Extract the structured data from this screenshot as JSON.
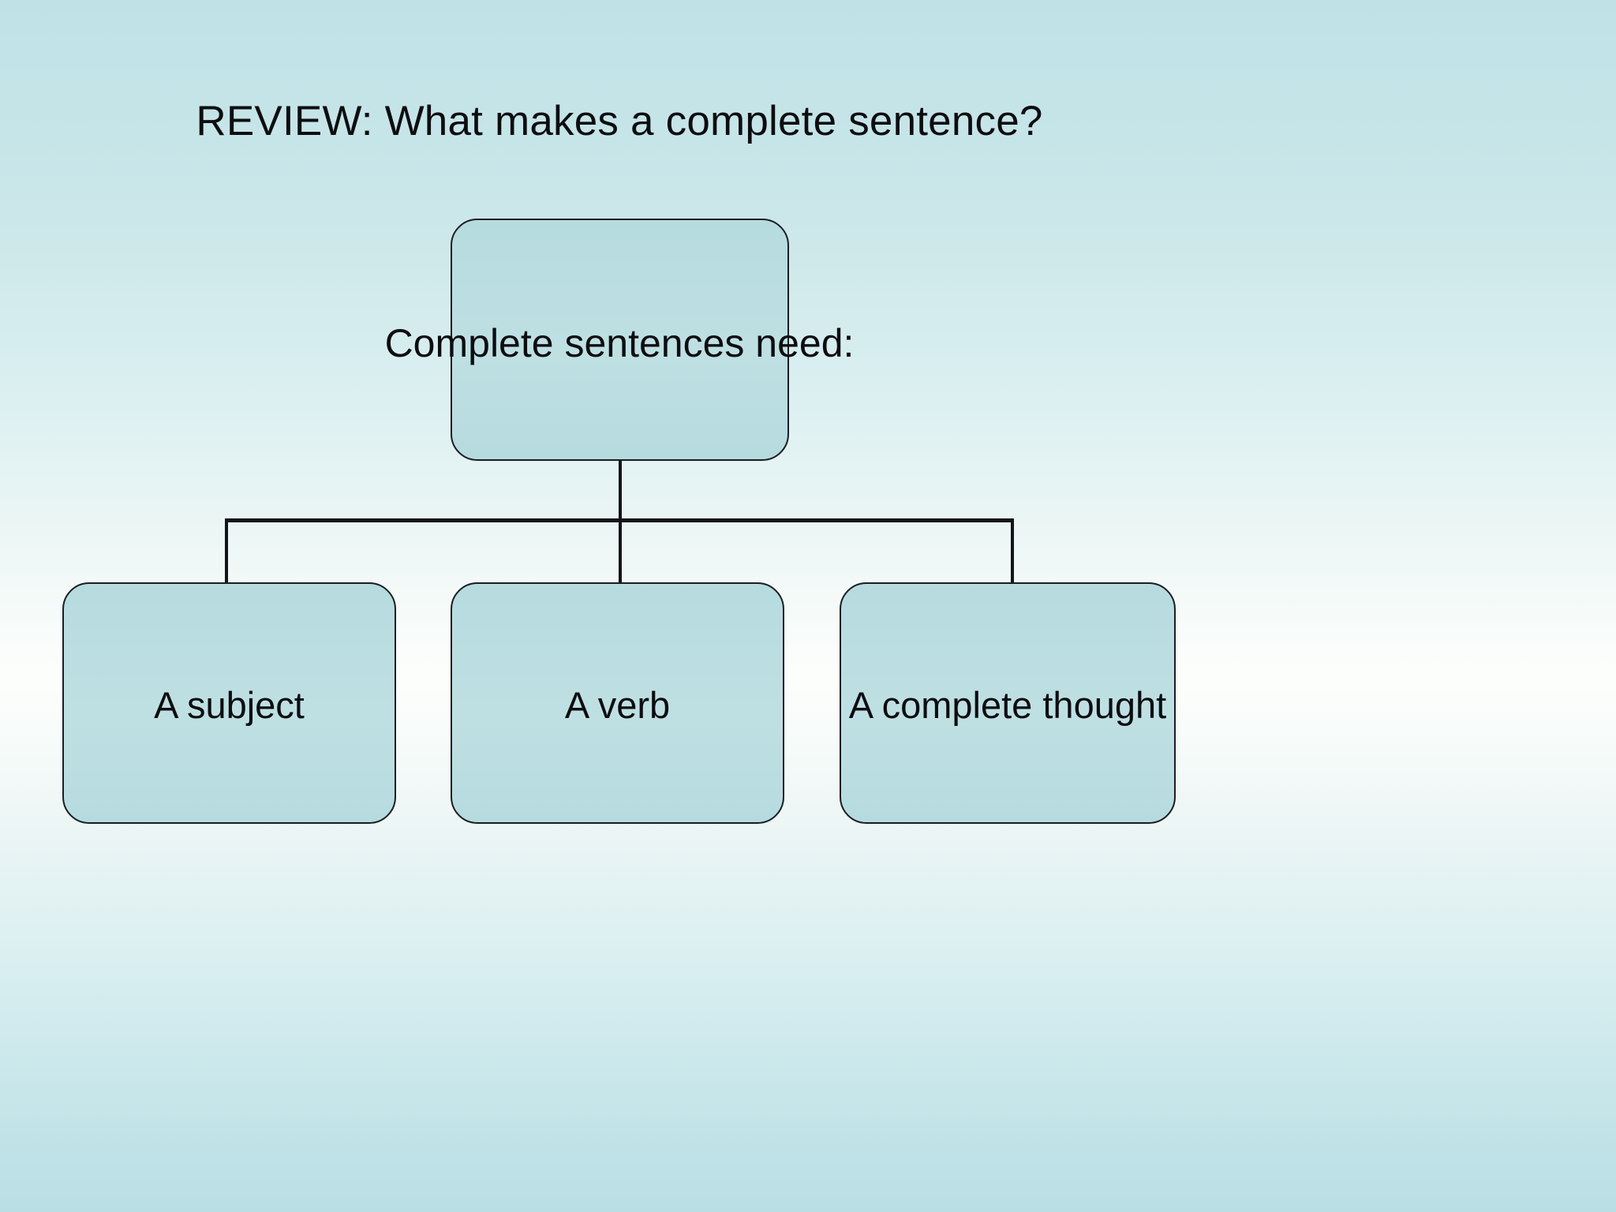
{
  "slide": {
    "title": "REVIEW: What makes a complete sentence?",
    "background": {
      "top_color": "#c0e2e7",
      "middle_color": "#fdfefc",
      "bottom_color": "#b9dfe5"
    }
  },
  "diagram": {
    "type": "hierarchy",
    "node_fill_color": "#b6dbdf",
    "node_border_color": "#1b1d24",
    "connector_color": "#14151a",
    "text_color": "#0d0d10",
    "parent": {
      "label": "Complete sentences need:"
    },
    "children": [
      {
        "label": "A subject"
      },
      {
        "label": "A verb"
      },
      {
        "label": "A complete thought"
      }
    ]
  }
}
